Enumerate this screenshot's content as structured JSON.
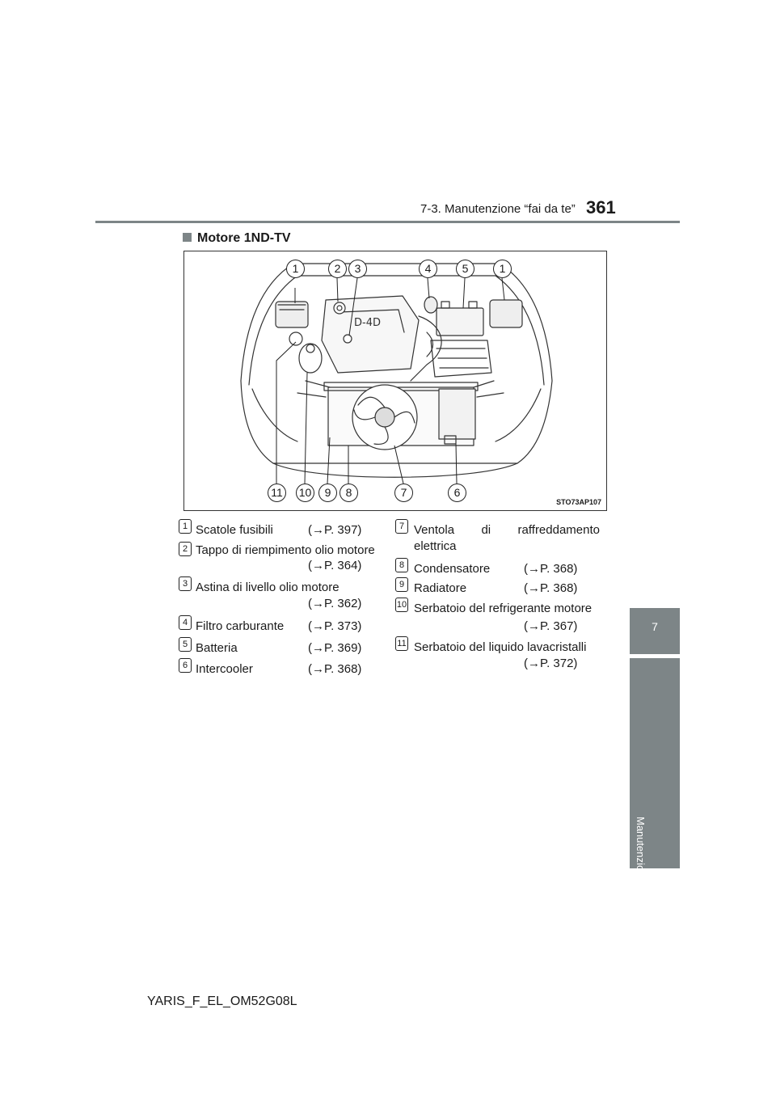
{
  "header": {
    "section": "7-3. Manutenzione “fai da te”",
    "page_number": "361"
  },
  "side_tab": {
    "chapter_number": "7",
    "chapter_title": "Manutenzione e cura del veicolo"
  },
  "section_title": "Motore 1ND-TV",
  "figure": {
    "code": "STO73AP107",
    "top_callouts": [
      "1",
      "2",
      "3",
      "4",
      "5",
      "1"
    ],
    "bottom_callouts": [
      "11",
      "10",
      "9",
      "8",
      "7",
      "6"
    ]
  },
  "legend_left": [
    {
      "num": "1",
      "label": "Scatole fusibili",
      "ref": "(→P. 397)"
    },
    {
      "num": "2",
      "label": "Tappo di riempimento olio motore",
      "ref": "(→P. 364)"
    },
    {
      "num": "3",
      "label": "Astina di livello olio motore",
      "ref": "(→P. 362)"
    },
    {
      "num": "4",
      "label": "Filtro carburante",
      "ref": "(→P. 373)"
    },
    {
      "num": "5",
      "label": "Batteria",
      "ref": "(→P. 369)"
    },
    {
      "num": "6",
      "label": "Intercooler",
      "ref": "(→P. 368)"
    }
  ],
  "legend_right": [
    {
      "num": "7",
      "label": "Ventola di raffreddamento",
      "label2": "elettrica"
    },
    {
      "num": "8",
      "label": "Condensatore",
      "ref": "(→P. 368)"
    },
    {
      "num": "9",
      "label": "Radiatore",
      "ref": "(→P. 368)"
    },
    {
      "num": "10",
      "label": "Serbatoio del refrigerante motore",
      "ref": "(→P. 367)"
    },
    {
      "num": "11",
      "label": "Serbatoio del liquido lavacristalli",
      "ref": "(→P. 372)"
    }
  ],
  "footer": {
    "doc_code": "YARIS_F_EL_OM52G08L"
  }
}
